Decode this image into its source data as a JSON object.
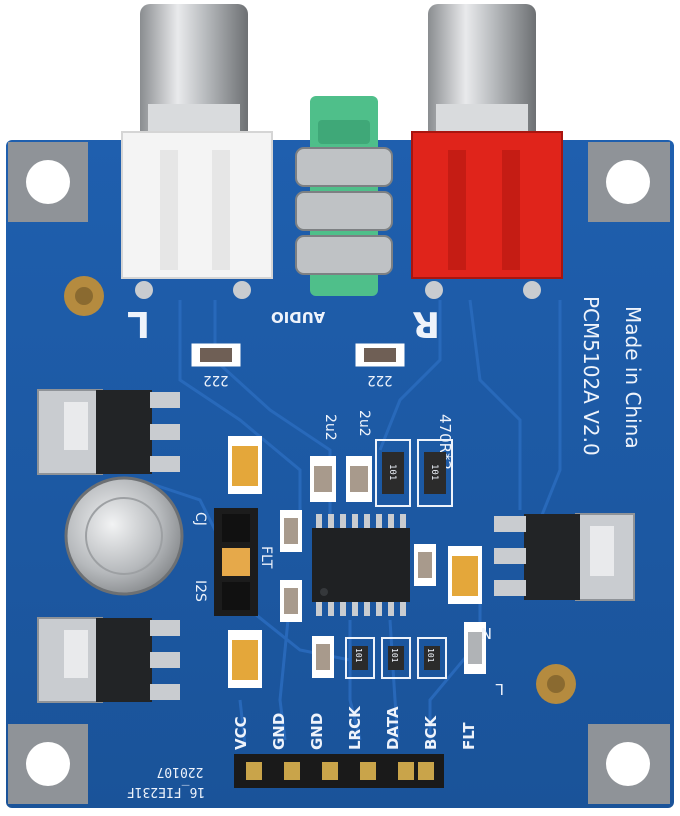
{
  "board": {
    "model_label": "PCM5102A V2.0",
    "origin_label": "Made in China",
    "code_label": "16_FIE231F",
    "date_label": "220107",
    "audio_label": "AUDIO",
    "left_label": "L",
    "right_label": "R"
  },
  "components": {
    "cap_left": "222",
    "cap_right": "222",
    "cap_a": "2u2",
    "cap_b": "2u2",
    "resistor_array": "470R*2",
    "resistor_1": "101",
    "resistor_2": "101",
    "resistor_3": "101",
    "resistor_4": "101",
    "resistor_5": "101",
    "filter_label": "FLT",
    "jumper_cj": "CJ",
    "jumper_flt": "FLT",
    "jumper_i2s": "I2S",
    "pin_l": "L",
    "pin_n": "N"
  },
  "header_pins": [
    "VCC",
    "GND",
    "GND",
    "LRCK",
    "DATA",
    "BCK"
  ],
  "colors": {
    "pcb": "#1c5aa6",
    "pcb_dark": "#174e94",
    "trace": "#2a6bbd",
    "silkscreen": "#eef3fb",
    "rca_white": "#f4f4f4",
    "rca_red": "#e0241b",
    "jack_green": "#4fbf8a",
    "tantalum": "#e4a73a"
  }
}
